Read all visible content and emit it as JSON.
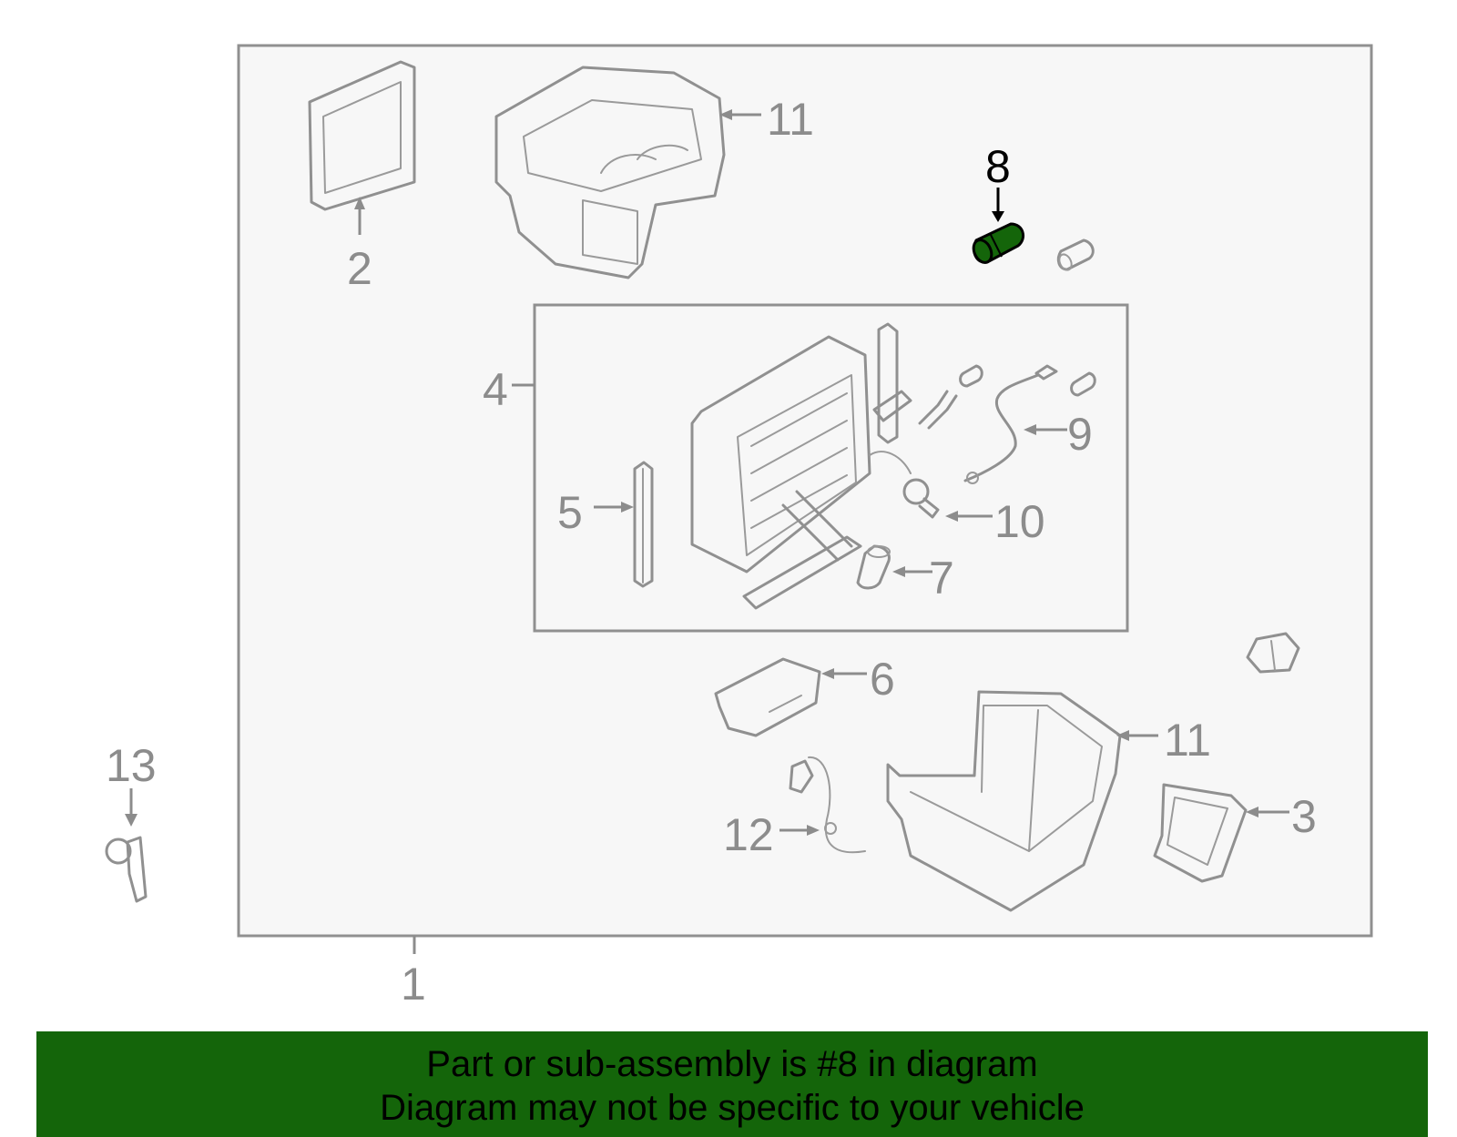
{
  "diagram": {
    "highlight_color": "#14650a",
    "frame_color": "#909090",
    "callouts": [
      "1",
      "2",
      "3",
      "4",
      "5",
      "6",
      "7",
      "8",
      "9",
      "10",
      "11",
      "11",
      "12",
      "13"
    ],
    "highlighted_callout": "8"
  },
  "banner": {
    "line1": "Part or sub-assembly is #8 in diagram",
    "line2": "Diagram may not be specific to your vehicle",
    "background": "#14650a"
  }
}
